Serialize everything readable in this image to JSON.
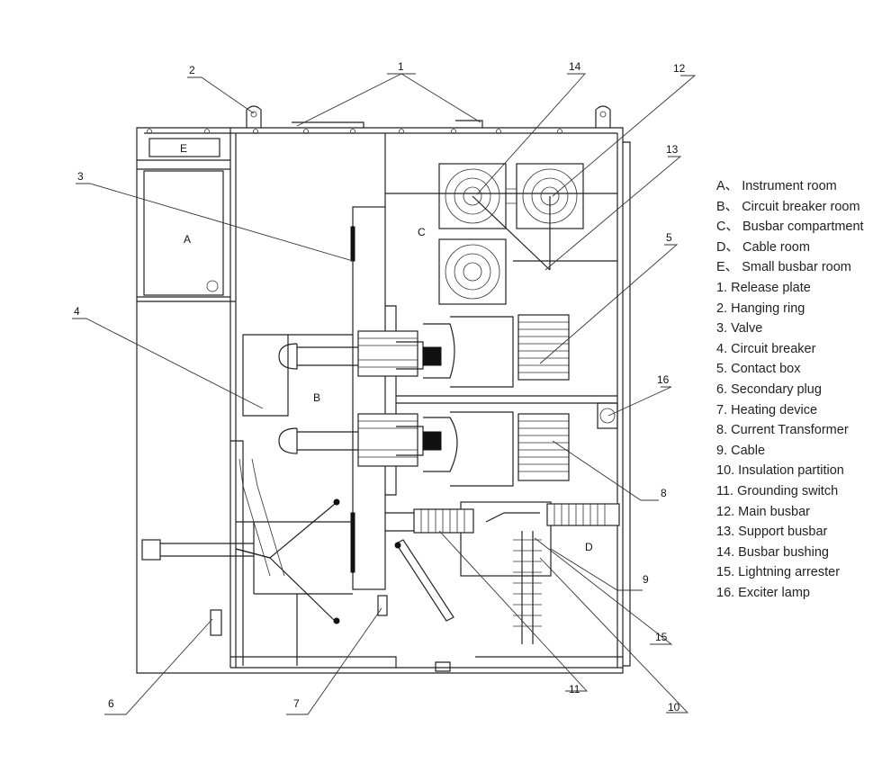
{
  "rooms": {
    "A": "A",
    "B": "B",
    "C": "C",
    "D": "D",
    "E": "E"
  },
  "callouts": [
    "1",
    "2",
    "3",
    "4",
    "5",
    "6",
    "7",
    "8",
    "9",
    "10",
    "11",
    "12",
    "13",
    "14",
    "15",
    "16"
  ],
  "legend": [
    "A、 Instrument room",
    "B、 Circuit breaker room",
    "C、 Busbar compartment",
    "D、 Cable room",
    "E、 Small busbar room",
    "1. Release plate",
    "2. Hanging ring",
    "3. Valve",
    "4. Circuit breaker",
    "5. Contact box",
    "6. Secondary plug",
    "7. Heating device",
    "8. Current Transformer",
    "9. Cable",
    "10. Insulation partition",
    "11. Grounding switch",
    "12. Main busbar",
    "13. Support busbar",
    "14. Busbar bushing",
    "15. Lightning arrester",
    "16. Exciter lamp"
  ]
}
